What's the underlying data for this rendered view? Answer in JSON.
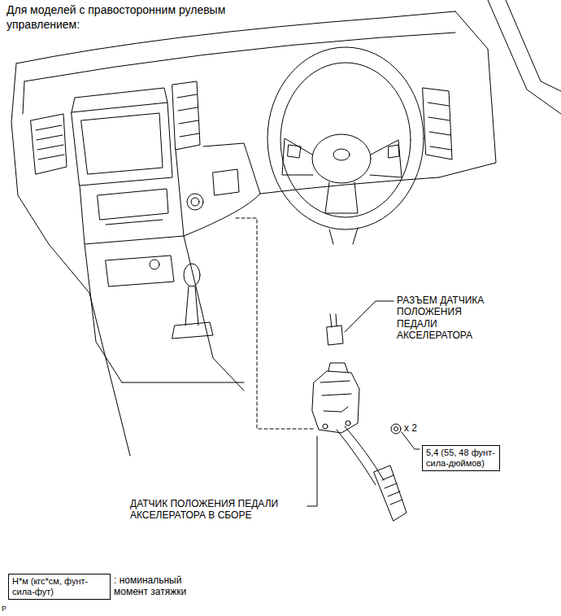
{
  "diagram": {
    "title": "Для моделей с правосторонним рулевым управлением:",
    "nodes": [
      {
        "text": [
          "5,4 (55, 48 фунт-сила-дюймов)"
        ]
      },
      {
        "text": [
          "Н*м (кгс*см, фунт-сила-фут)"
        ]
      }
    ],
    "labels": [
      "РАЗЪЕМ ДАТЧИКА ПОЛОЖЕНИЯ ПЕДАЛИ АКСЕЛЕРАТОРА",
      "x 2",
      "ДАТЧИК ПОЛОЖЕНИЯ ПЕДАЛИ АКСЕЛЕРАТОРА В СБОРЕ",
      ": номинальный момент затяжки",
      "P"
    ]
  }
}
